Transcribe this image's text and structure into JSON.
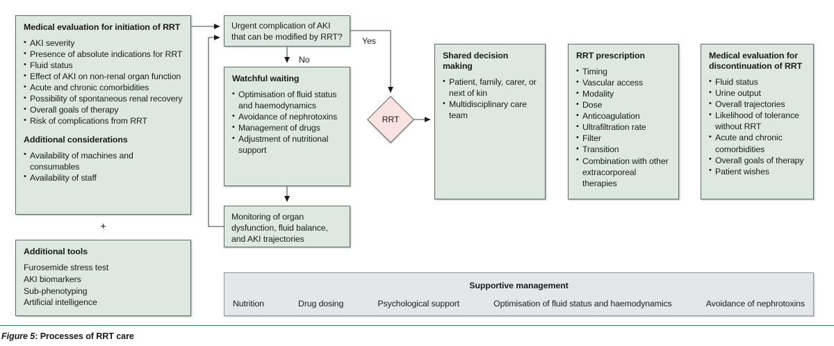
{
  "figure": {
    "number_label": "Figure 5",
    "separator": ": ",
    "title": "Processes of RRT care"
  },
  "colors": {
    "box_fill": "#dde8e1",
    "box_border": "#5d6a63",
    "diamond_fill": "#f9e2e0",
    "band_fill": "#e4e7ea",
    "band_border": "#8d9399",
    "rule": "#3d7f6f"
  },
  "boxes": {
    "initiation": {
      "title": "Medical evaluation for initiation of RRT",
      "items": [
        "AKI severity",
        "Presence of absolute indications for RRT",
        "Fluid status",
        "Effect of AKI on non-renal organ function",
        "Acute and chronic comorbidities",
        "Possibility of spontaneous renal recovery",
        "Overall goals of therapy",
        "Risk of complications from RRT"
      ],
      "subtitle": "Additional considerations",
      "sub_items": [
        "Availability of machines and consumables",
        "Availability of staff"
      ]
    },
    "plus": "+",
    "tools": {
      "title": "Additional tools",
      "items": [
        "Furosemide stress test",
        "AKI biomarkers",
        "Sub-phenotyping",
        "Artificial intelligence"
      ]
    },
    "urgent": {
      "text": "Urgent complication of AKI that can be modified by RRT?"
    },
    "watchful": {
      "title": "Watchful waiting",
      "items": [
        "Optimisation of fluid status and haemodynamics",
        "Avoidance of nephrotoxins",
        "Management of drugs",
        "Adjustment of nutritional support"
      ]
    },
    "monitoring": {
      "text": "Monitoring of organ dysfunction, fluid balance, and AKI trajectories"
    },
    "rrt_node": {
      "label": "RRT"
    },
    "shared": {
      "title": "Shared decision making",
      "items": [
        "Patient, family, carer, or next of kin",
        "Multidisciplinary care team"
      ]
    },
    "prescription": {
      "title": "RRT prescription",
      "items": [
        "Timing",
        "Vascular access",
        "Modality",
        "Dose",
        "Anticoagulation",
        "Ultrafiltration rate",
        "Filter",
        "Transition",
        "Combination with other extracorporeal therapies"
      ]
    },
    "discontinue": {
      "title": "Medical evaluation for discontinuation of RRT",
      "items": [
        "Fluid status",
        "Urine output",
        "Overall trajectories",
        "Likelihood of tolerance without RRT",
        "Acute and chronic comorbidities",
        "Overall goals of therapy",
        "Patient wishes"
      ]
    },
    "supportive": {
      "title": "Supportive management",
      "items": [
        "Nutrition",
        "Drug dosing",
        "Psychological support",
        "Optimisation of fluid status and haemodynamics",
        "Avoidance of nephrotoxins"
      ]
    }
  },
  "edges": {
    "yes_label": "Yes",
    "no_label": "No"
  }
}
